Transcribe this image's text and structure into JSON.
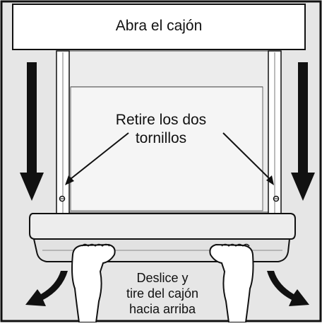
{
  "title": "Abra el cajón",
  "screw_callout": {
    "line1": "Retire los dos",
    "line2": "tornillos"
  },
  "slide_instruction": {
    "line1": "Deslice y",
    "line2": "tire del cajón",
    "line3": "hacia arriba"
  },
  "colors": {
    "frame_border": "#111111",
    "background_gray": "#e6e6e6",
    "drawer_fill": "#ececec",
    "white": "#ffffff",
    "arrow": "#111111"
  },
  "icons": [
    "down-arrow-icon",
    "curved-arrow-icon",
    "screw-icon",
    "hand-icon"
  ]
}
